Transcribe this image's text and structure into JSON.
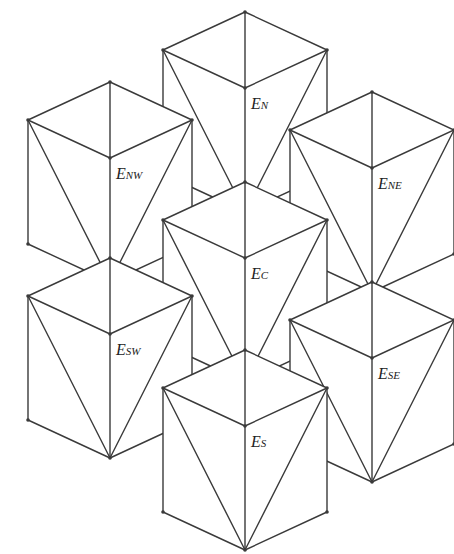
{
  "diagram": {
    "nodes": [
      {
        "text": [
          "EN"
        ]
      },
      {
        "text": [
          "ENW"
        ]
      },
      {
        "text": [
          "ENE"
        ]
      },
      {
        "text": [
          "EC"
        ]
      },
      {
        "text": [
          "ESW"
        ]
      },
      {
        "text": [
          "ESE"
        ]
      },
      {
        "text": [
          "ES"
        ]
      }
    ]
  }
}
